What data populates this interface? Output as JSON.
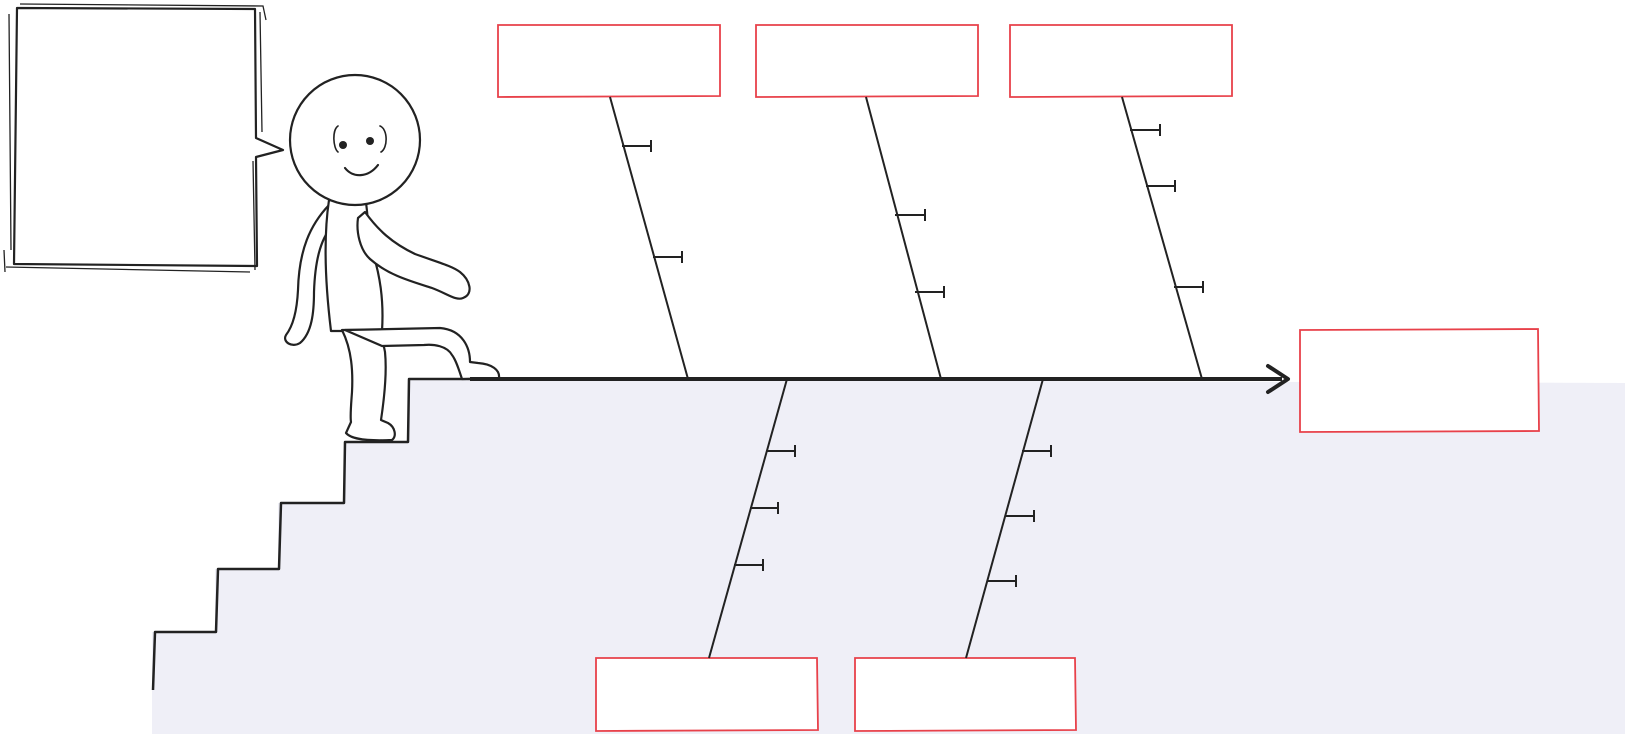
{
  "diagram": {
    "type": "fishbone",
    "speech_bubble_text": "",
    "effect_label": "",
    "cause_labels_top": [
      "",
      "",
      ""
    ],
    "cause_labels_bottom": [
      "",
      ""
    ],
    "sub_cause_tick_counts_top": [
      2,
      2,
      3
    ],
    "sub_cause_tick_counts_bottom": [
      3,
      3
    ]
  },
  "colors": {
    "box_border": "#e8414a",
    "line": "#222222",
    "background_floor": "#efeff7",
    "page": "#ffffff"
  }
}
